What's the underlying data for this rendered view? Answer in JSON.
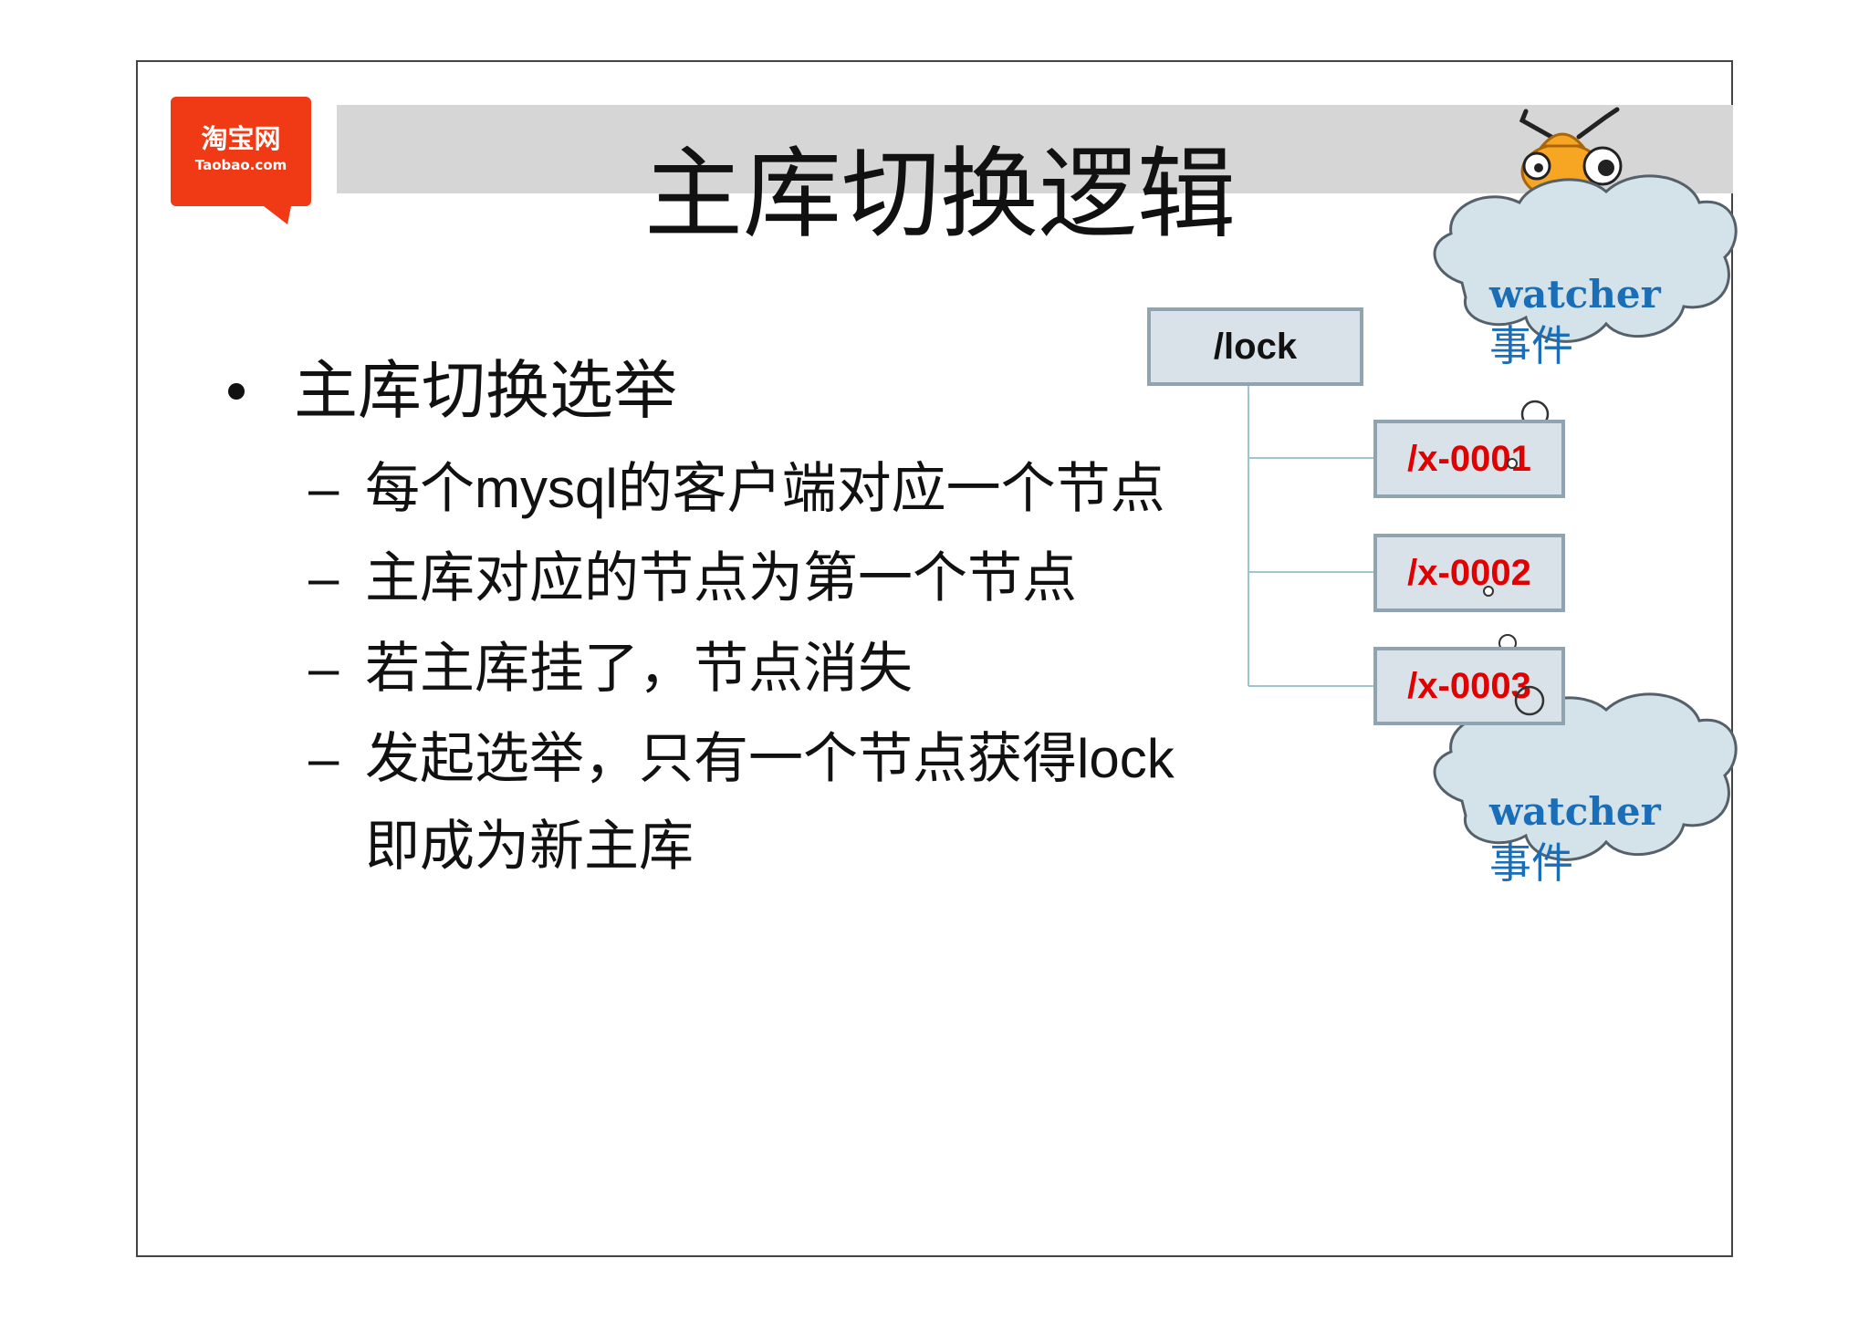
{
  "logo": {
    "name": "淘宝网",
    "sub": "Taobao.com"
  },
  "title": "主库切换逻辑",
  "bullet": "主库切换选举",
  "subs": [
    {
      "dash": "–",
      "pre": "每个",
      "latin": "mysql",
      "post": "的客户端对应一个节点"
    },
    {
      "dash": "–",
      "text": "主库对应的节点为第一个节点"
    },
    {
      "dash": "–",
      "text": "若主库挂了，节点消失"
    },
    {
      "dash": "–",
      "pre": "发起选举，只有一个节点获得",
      "latin": "lock",
      "post": ""
    }
  ],
  "sub_continuation": "即成为新主库",
  "diagram": {
    "root": "/lock",
    "children": [
      "/x-0001",
      "/x-0002",
      "/x-0003"
    ],
    "cloud1": {
      "line1": "watcher",
      "line2": "事件"
    },
    "cloud2": {
      "line1": "watcher",
      "line2": "事件"
    }
  },
  "colors": {
    "logo_bg": "#f03a16",
    "title_band": "#d6d6d6",
    "node_fill": "#d8e2e8",
    "node_border": "#8fa3b0",
    "child_text": "#e00000",
    "cloud_fill": "#d4e2ea",
    "cloud_text": "#1a6eb8"
  },
  "icons": [
    "taobao-logo-icon",
    "ant-mascot-icon"
  ]
}
